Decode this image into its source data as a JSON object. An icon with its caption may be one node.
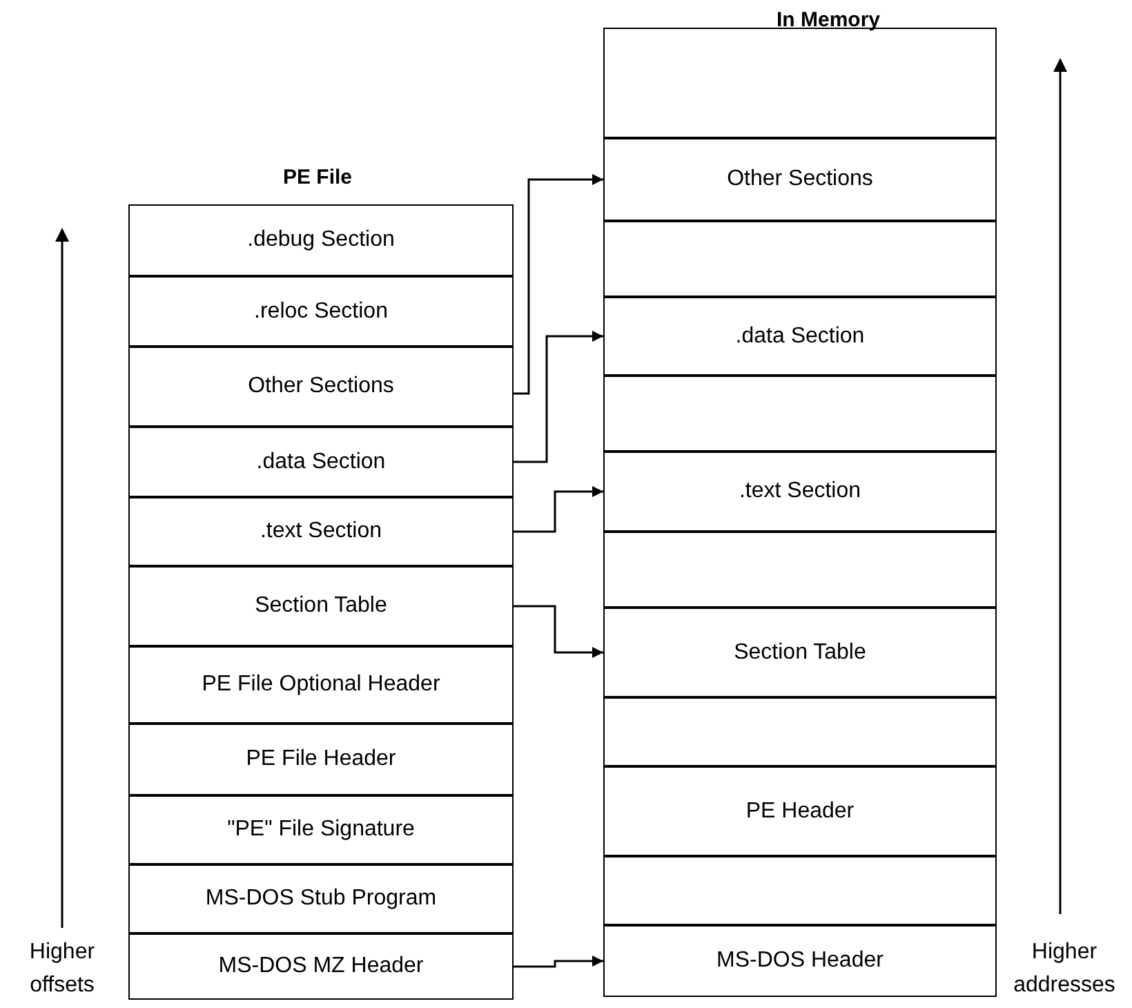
{
  "diagram": {
    "nodes": [
      {
        "text": [
          ".debug Section"
        ]
      },
      {
        "text": [
          ".reloc Section"
        ]
      },
      {
        "text": [
          "Other Sections"
        ]
      },
      {
        "text": [
          ".data Section"
        ]
      },
      {
        "text": [
          ".text Section"
        ]
      },
      {
        "text": [
          "Section Table"
        ]
      },
      {
        "text": [
          "PE File Optional Header"
        ]
      },
      {
        "text": [
          "PE File Header"
        ]
      },
      {
        "text": [
          "\"PE\" File Signature"
        ]
      },
      {
        "text": [
          "MS-DOS Stub Program"
        ]
      },
      {
        "text": [
          "MS-DOS MZ Header"
        ]
      },
      {
        "text": [],
        "shape": "box"
      },
      {
        "text": [
          "Other Sections"
        ]
      },
      {
        "text": [],
        "shape": "box"
      },
      {
        "text": [
          ".data Section"
        ]
      },
      {
        "text": [],
        "shape": "box"
      },
      {
        "text": [
          ".text Section"
        ]
      },
      {
        "text": [],
        "shape": "box"
      },
      {
        "text": [
          "Section Table"
        ]
      },
      {
        "text": [],
        "shape": "box"
      },
      {
        "text": [
          "PE Header"
        ]
      },
      {
        "text": [],
        "shape": "box"
      },
      {
        "text": [
          "MS-DOS Header"
        ]
      }
    ],
    "edges": [
      {
        "from": 2,
        "to": 12,
        "arrow": "to"
      },
      {
        "from": 3,
        "to": 14,
        "arrow": "to"
      },
      {
        "from": 4,
        "to": 16,
        "arrow": "to"
      },
      {
        "from": 5,
        "to": 18,
        "arrow": "to"
      },
      {
        "from": 10,
        "to": 22,
        "arrow": "to"
      }
    ],
    "labels": [
      "In Memory",
      "PE File",
      "Higher offsets",
      "Higher addresses"
    ]
  }
}
